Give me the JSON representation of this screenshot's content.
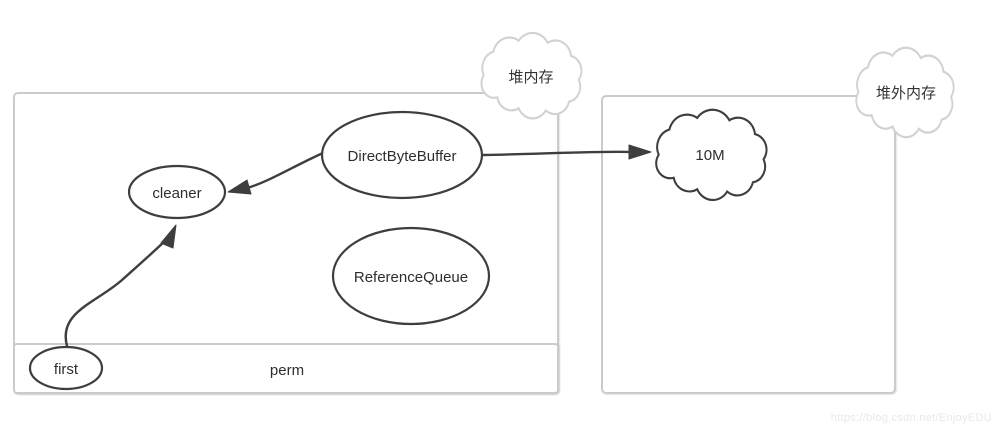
{
  "diagram": {
    "heap_region": {
      "cloud_label": "堆内存",
      "perm_label": "perm",
      "nodes": {
        "direct_byte_buffer": "DirectByteBuffer",
        "cleaner": "cleaner",
        "reference_queue": "ReferenceQueue",
        "first": "first"
      }
    },
    "offheap_region": {
      "cloud_label": "堆外内存",
      "memory_block_label": "10M"
    },
    "edges": [
      {
        "from": "direct_byte_buffer",
        "to": "10M"
      },
      {
        "from": "direct_byte_buffer",
        "to": "cleaner"
      },
      {
        "from": "first",
        "to": "cleaner"
      }
    ],
    "colors": {
      "node_stroke": "#3e3e3e",
      "box_stroke": "#cbcbcb",
      "gray_cloud_stroke": "#d2d2d2",
      "arrow": "#3e3e3e",
      "text": "#2e2e2e",
      "watermark": "#eae8e8",
      "background": "#ffffff"
    }
  },
  "watermark": "https://blog.csdn.net/EnjoyEDU"
}
